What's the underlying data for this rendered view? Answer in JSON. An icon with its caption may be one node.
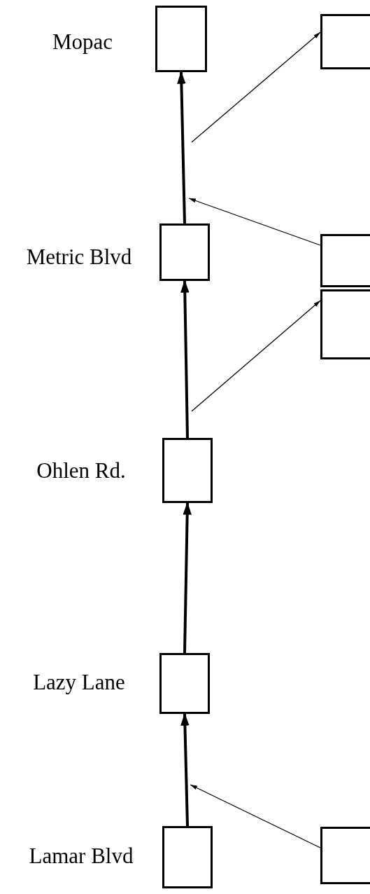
{
  "diagram": {
    "nodes": [
      {
        "text": [],
        "shape": "box",
        "beside": [
          "Mopac"
        ]
      },
      {
        "text": [],
        "shape": "box"
      },
      {
        "text": [],
        "shape": "box"
      },
      {
        "text": [],
        "shape": "box",
        "beside": [
          "Metric Blvd"
        ]
      },
      {
        "text": [],
        "shape": "box"
      },
      {
        "text": [],
        "shape": "box",
        "beside": [
          "Ohlen Rd."
        ]
      },
      {
        "text": [],
        "shape": "box",
        "beside": [
          "Lazy Lane"
        ]
      },
      {
        "text": [],
        "shape": "box",
        "beside": [
          "Lamar Blvd"
        ]
      },
      {
        "text": [],
        "shape": "box"
      }
    ],
    "edges": [
      {
        "from": 7,
        "to": 6,
        "arrow": "to",
        "style": "thick"
      },
      {
        "from": 6,
        "to": 5,
        "arrow": "to",
        "style": "thick"
      },
      {
        "from": 5,
        "to": 3,
        "arrow": "to",
        "style": "thick"
      },
      {
        "from": 3,
        "to": 0,
        "arrow": "to",
        "style": "thick"
      },
      {
        "from": null,
        "to": 1,
        "arrow": "to"
      },
      {
        "from": 2,
        "to": null,
        "arrow": "to"
      },
      {
        "from": null,
        "to": 4,
        "arrow": "to"
      },
      {
        "from": 8,
        "to": null,
        "arrow": "to"
      }
    ]
  }
}
